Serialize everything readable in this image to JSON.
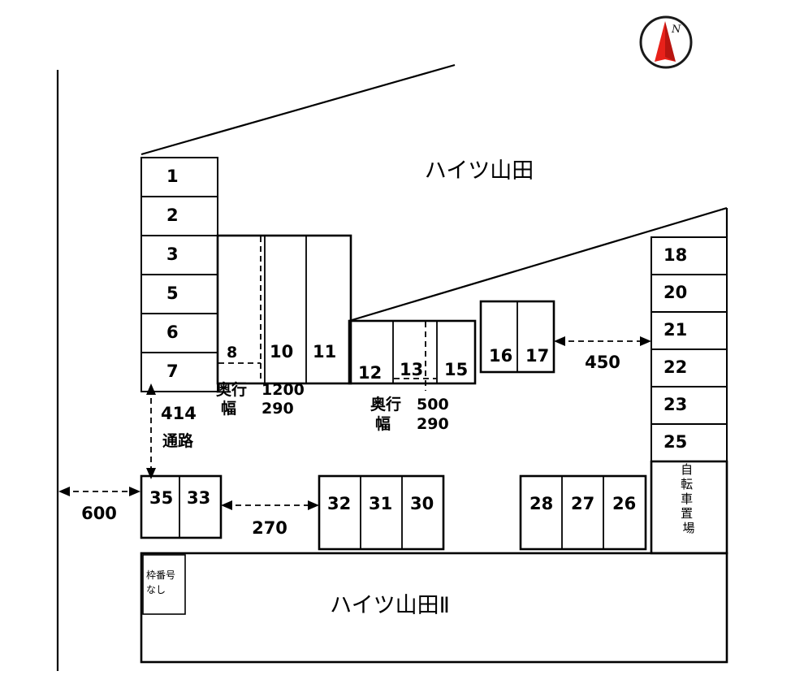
{
  "document": {
    "type": "parking-lot-site-plan",
    "buildings": [
      {
        "id": "main",
        "name": "ハイツ山田"
      },
      {
        "id": "second",
        "name": "ハイツ山田Ⅱ"
      }
    ]
  },
  "compass": {
    "name": "north-arrow",
    "label": "N"
  },
  "left_column": {
    "name": "west-stall-column",
    "stalls": [
      "1",
      "2",
      "3",
      "5",
      "6",
      "7"
    ]
  },
  "upper_middle_block": {
    "name": "upper-middle-stall-block",
    "stalls": [
      "8",
      "10",
      "11"
    ],
    "spec": {
      "depth_label": "奥行",
      "depth_value": "1200",
      "width_label": "幅",
      "width_value": "290"
    }
  },
  "lower_middle_block": {
    "name": "lower-middle-stall-block",
    "stalls": [
      "12",
      "13",
      "15"
    ],
    "spec": {
      "depth_label": "奥行",
      "depth_value": "500",
      "width_label": "幅",
      "width_value": "290"
    }
  },
  "pair_block": {
    "name": "stall-pair-block",
    "stalls": [
      "16",
      "17"
    ]
  },
  "right_column": {
    "name": "east-stall-column",
    "stalls": [
      "18",
      "20",
      "21",
      "22",
      "23",
      "25"
    ],
    "bicycle_area": "自転車置場"
  },
  "bottom_row": {
    "name": "south-stall-row",
    "left_pair": [
      "35",
      "33"
    ],
    "middle_group": [
      "32",
      "31",
      "30"
    ],
    "right_group": [
      "28",
      "27",
      "26"
    ]
  },
  "unnumbered_stall": {
    "name": "unnumbered-stall",
    "line1": "枠番号",
    "line2": "なし"
  },
  "dimensions": {
    "passage_value": "414",
    "passage_label": "通路",
    "west_setback": "600",
    "stall_gap": "270",
    "east_gap": "450"
  },
  "colors": {
    "line": "#000000",
    "compass_red": "#e8211a",
    "background": "#ffffff"
  }
}
